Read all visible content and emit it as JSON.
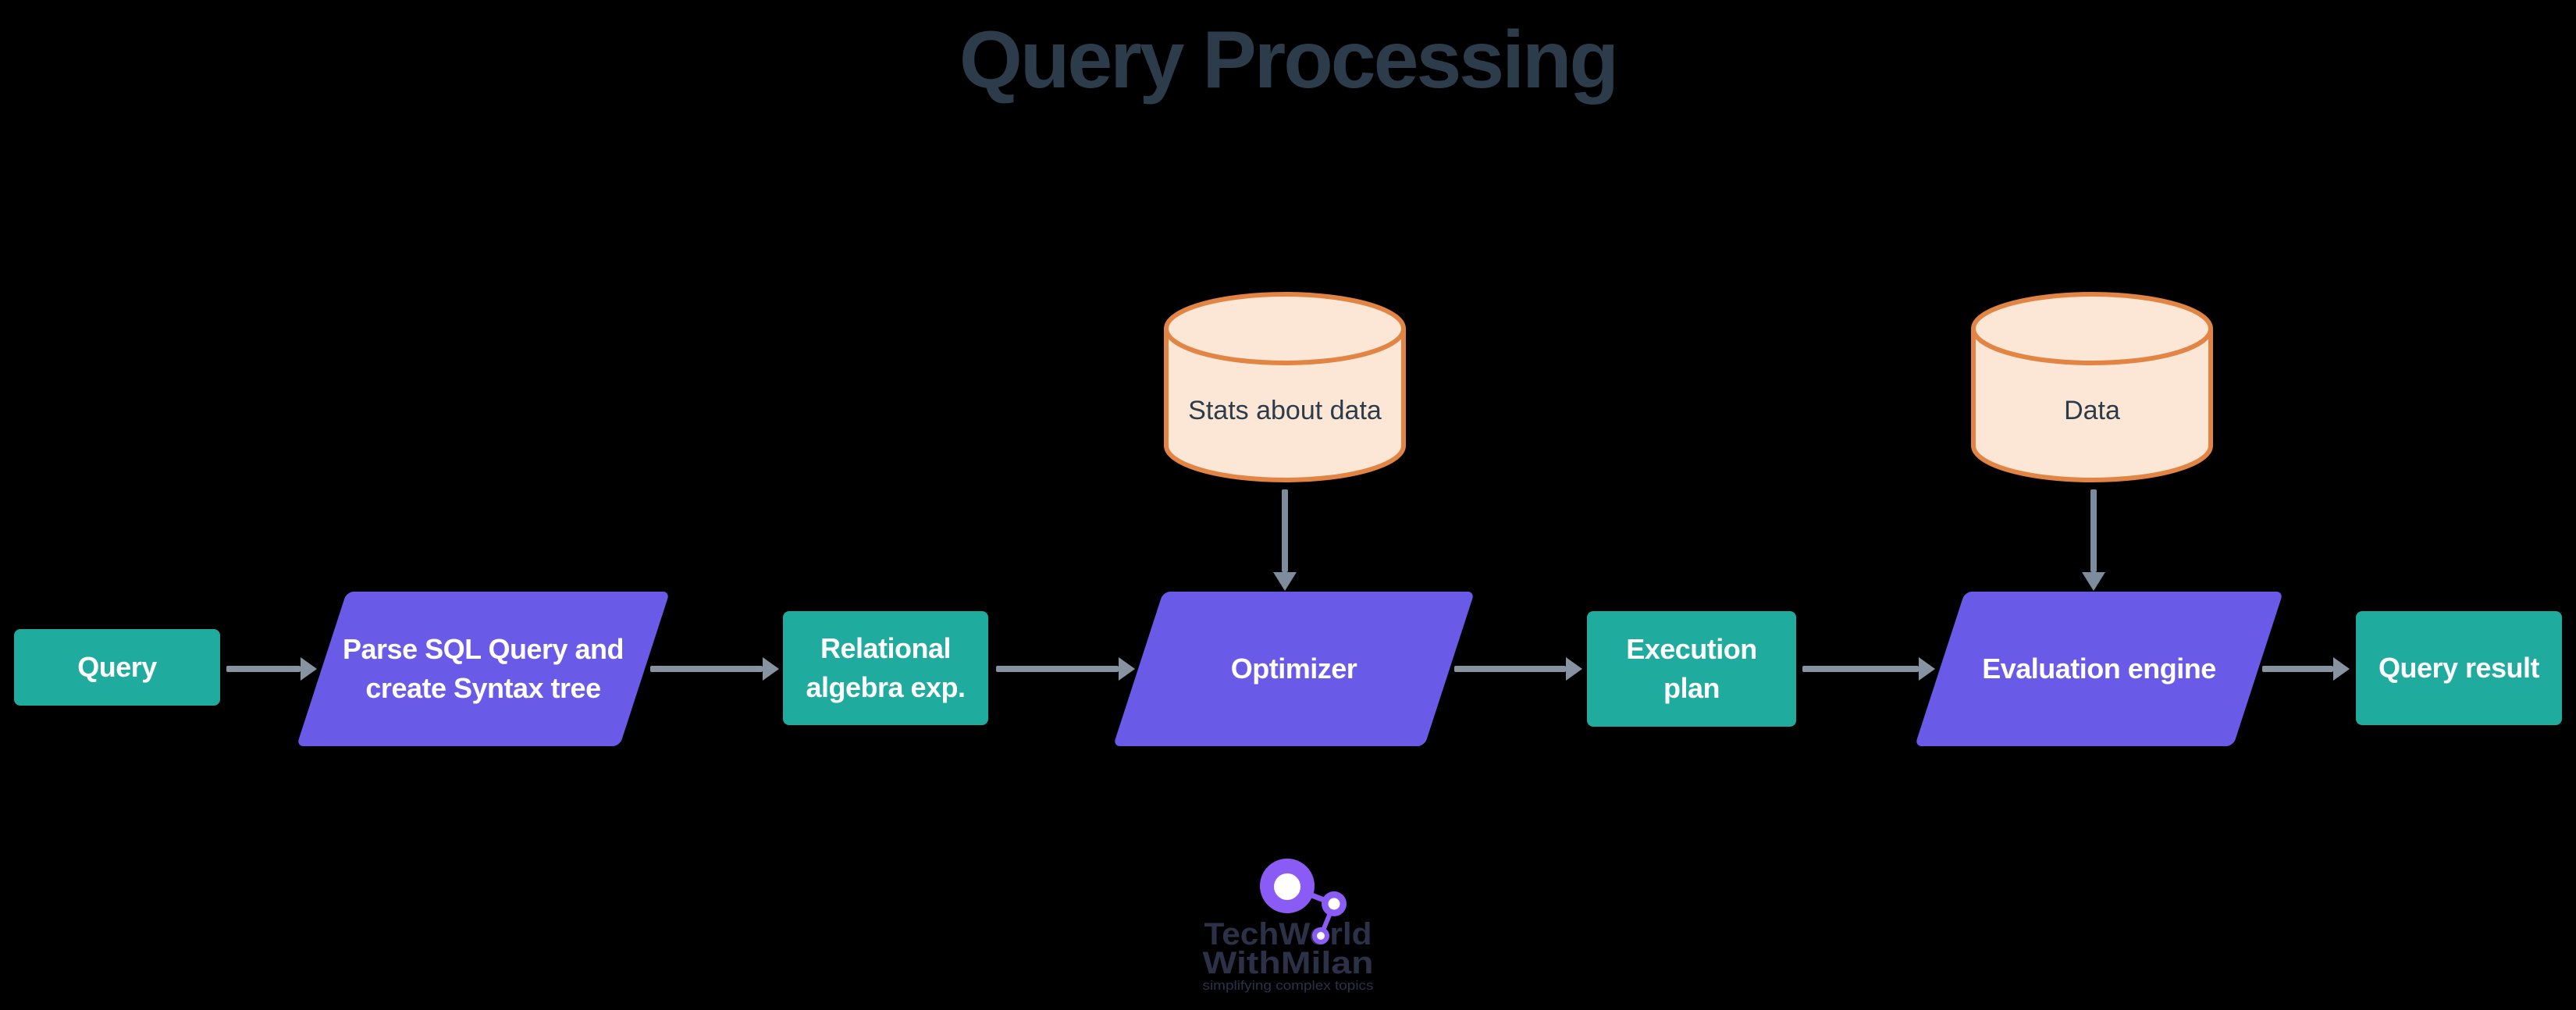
{
  "title": "Query Processing",
  "flow": {
    "nodes": [
      {
        "id": "query",
        "shape": "rectangle",
        "lines": [
          "Query"
        ]
      },
      {
        "id": "parse-sql-query",
        "shape": "parallelogram",
        "lines": [
          "Parse SQL Query and",
          "create Syntax tree"
        ]
      },
      {
        "id": "relational-algebra",
        "shape": "rectangle",
        "lines": [
          "Relational",
          "algebra exp."
        ]
      },
      {
        "id": "optimizer",
        "shape": "parallelogram",
        "lines": [
          "Optimizer"
        ]
      },
      {
        "id": "execution-plan",
        "shape": "rectangle",
        "lines": [
          "Execution",
          "plan"
        ]
      },
      {
        "id": "evaluation-engine",
        "shape": "parallelogram",
        "lines": [
          "Evaluation engine"
        ]
      },
      {
        "id": "query-result",
        "shape": "rectangle",
        "lines": [
          "Query result"
        ]
      }
    ],
    "datastores": [
      {
        "id": "stats",
        "label": "Stats about data",
        "feeds": "optimizer"
      },
      {
        "id": "data",
        "label": "Data",
        "feeds": "evaluation-engine"
      }
    ]
  },
  "logo": {
    "line1": "TechWorld",
    "line2": "WithMilan",
    "tagline": "simplifying complex topics"
  },
  "colors": {
    "background": "#000000",
    "title_text": "#2d3c4b",
    "process_rectangle": "#1fab9e",
    "process_parallelogram": "#6a5ae8",
    "node_text": "#ffffff",
    "arrow_horizontal": "#8793a0",
    "arrow_vertical": "#7d8c9c",
    "datastore_fill": "#fce7d6",
    "datastore_border": "#e28443",
    "datastore_text": "#2d3c4b",
    "logo_purple": "#8a5cf5",
    "logo_text": "#2c3148"
  }
}
